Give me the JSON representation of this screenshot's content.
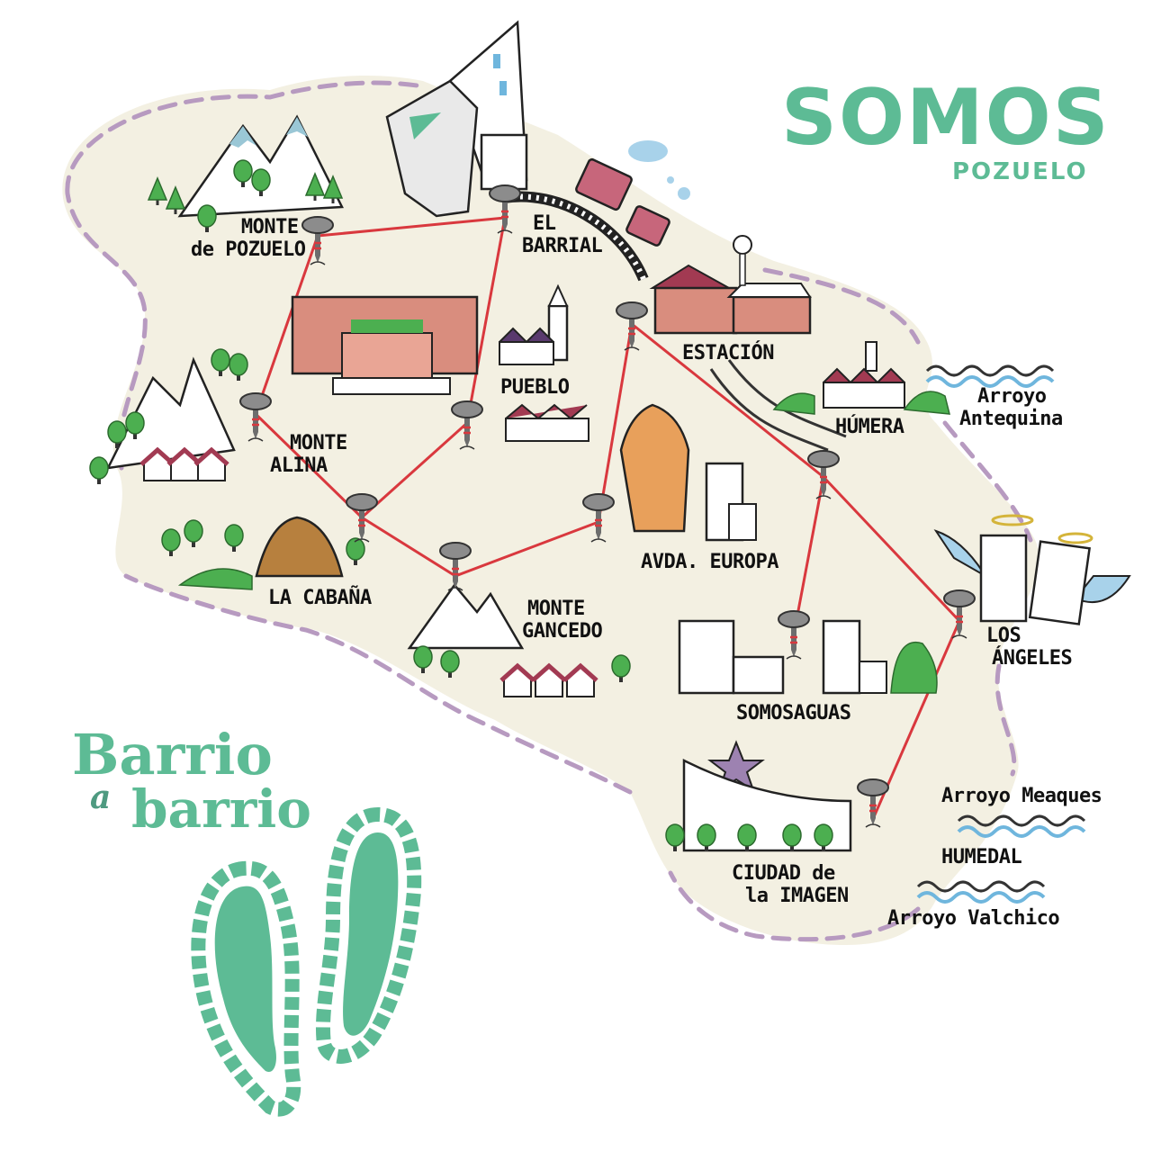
{
  "brand": {
    "title": "SOMOS",
    "subtitle": "POZUELO"
  },
  "tagline": {
    "line1": "Barrio",
    "connector": "a",
    "line2": "barrio"
  },
  "neighborhoods": [
    {
      "key": "monte_pozuelo",
      "lines": [
        "MONTE",
        "de POZUELO"
      ]
    },
    {
      "key": "el_barrial",
      "lines": [
        "EL",
        "BARRIAL"
      ]
    },
    {
      "key": "estacion",
      "lines": [
        "ESTACIÓN"
      ]
    },
    {
      "key": "pueblo",
      "lines": [
        "PUEBLO"
      ]
    },
    {
      "key": "humera",
      "lines": [
        "HÚMERA"
      ]
    },
    {
      "key": "monte_alina",
      "lines": [
        "MONTE",
        "ALINA"
      ]
    },
    {
      "key": "la_cabana",
      "lines": [
        "LA CABAÑA"
      ]
    },
    {
      "key": "avda_europa",
      "lines": [
        "AVDA. EUROPA"
      ]
    },
    {
      "key": "monte_gancedo",
      "lines": [
        "MONTE",
        "GANCEDO"
      ]
    },
    {
      "key": "somosaguas",
      "lines": [
        "SOMOSAGUAS"
      ]
    },
    {
      "key": "los_angeles",
      "lines": [
        "LOS",
        "ÁNGELES"
      ]
    },
    {
      "key": "ciudad_imagen",
      "lines": [
        "CIUDAD de",
        "la IMAGEN"
      ]
    }
  ],
  "waterways": [
    {
      "key": "antequina",
      "lines": [
        "Arroyo",
        "Antequina"
      ]
    },
    {
      "key": "meaques",
      "lines": [
        "Arroyo Meaques"
      ]
    },
    {
      "key": "humedal",
      "lines": [
        "HUMEDAL"
      ]
    },
    {
      "key": "valchico",
      "lines": [
        "Arroyo Valchico"
      ]
    }
  ],
  "colors": {
    "brand": "#5dbb95",
    "land": "#f3f0e2",
    "route": "#d9383e",
    "border_dash": "#b79ac0",
    "water": "#6fb6dd",
    "tree": "#4caf50",
    "roof": "#a23a52",
    "brick": "#d98d7e"
  },
  "icons": [
    "mountain-icon",
    "tree-icon",
    "house-icon",
    "tower-icon",
    "train-icon",
    "station-icon",
    "church-icon",
    "palace-icon",
    "angel-wings-icon",
    "star-icon",
    "footprint-icon",
    "nail-marker-icon"
  ]
}
